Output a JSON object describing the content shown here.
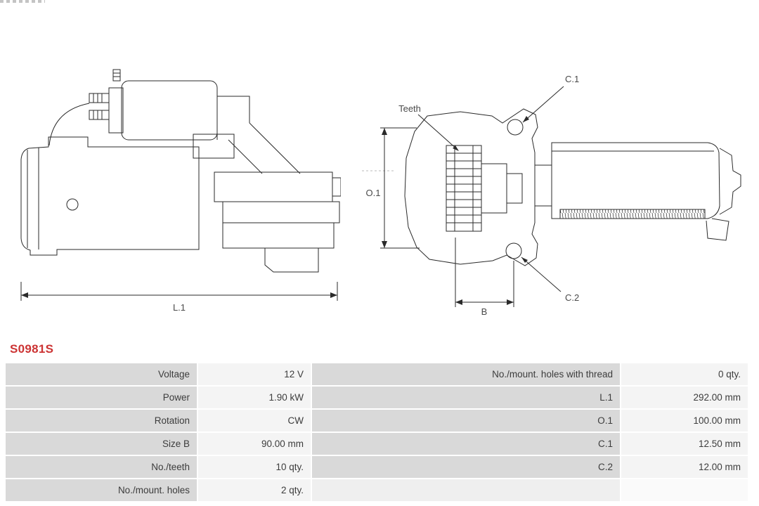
{
  "part_number": "S0981S",
  "colors": {
    "part_number_red": "#cc3333",
    "label_cell_bg": "#d9d9d9",
    "value_cell_bg": "#f4f4f4",
    "line_color": "#2a2a2a"
  },
  "diagram": {
    "left": {
      "dim_l1": "L.1"
    },
    "right": {
      "teeth": "Teeth",
      "c1": "C.1",
      "c2": "C.2",
      "o1": "O.1",
      "b": "B"
    }
  },
  "spec_table": {
    "rows": [
      {
        "label": "Voltage",
        "value": "12 V",
        "label2": "No./mount. holes with thread",
        "value2": "0 qty."
      },
      {
        "label": "Power",
        "value": "1.90 kW",
        "label2": "L.1",
        "value2": "292.00 mm"
      },
      {
        "label": "Rotation",
        "value": "CW",
        "label2": "O.1",
        "value2": "100.00 mm"
      },
      {
        "label": "Size B",
        "value": "90.00 mm",
        "label2": "C.1",
        "value2": "12.50 mm"
      },
      {
        "label": "No./teeth",
        "value": "10 qty.",
        "label2": "C.2",
        "value2": "12.00 mm"
      },
      {
        "label": "No./mount. holes",
        "value": "2 qty.",
        "label2": "",
        "value2": ""
      }
    ]
  }
}
